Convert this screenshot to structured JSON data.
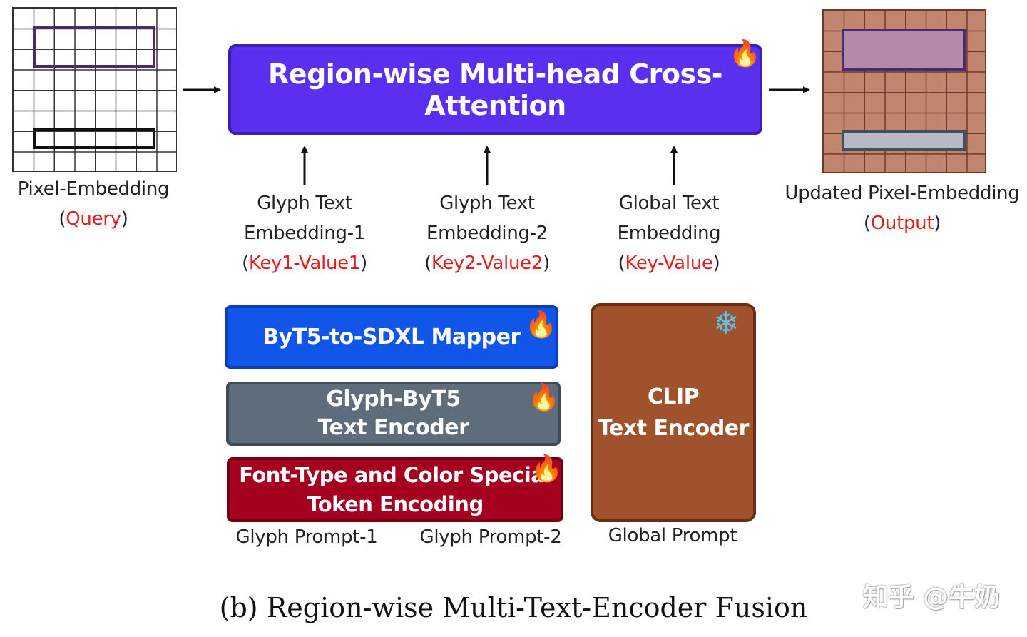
{
  "attention_block": {
    "label": "Region-wise Multi-head Cross-Attention",
    "color": "#5b2ff0"
  },
  "pixel_embedding": {
    "label": "Pixel-Embedding",
    "role_open": "(",
    "role": "Query",
    "role_close": ")"
  },
  "updated_pixel_embedding": {
    "label": "Updated Pixel-Embedding",
    "role_open": "(",
    "role": "Output",
    "role_close": ")"
  },
  "keys": [
    {
      "line1": "Glyph Text",
      "line2": "Embedding-1",
      "open": "(",
      "role": "Key1-Value1",
      "close": ")"
    },
    {
      "line1": "Glyph Text",
      "line2": "Embedding-2",
      "open": "(",
      "role": "Key2-Value2",
      "close": ")"
    },
    {
      "line1": "Global Text",
      "line2": "Embedding",
      "open": "(",
      "role": "Key-Value",
      "close": ")"
    }
  ],
  "encoders": {
    "mapper": {
      "label": "ByT5-to-SDXL Mapper",
      "color": "#1156e8",
      "trainable": true
    },
    "glyph_byt5": {
      "line1": "Glyph-ByT5",
      "line2": "Text Encoder",
      "color": "#5d6d7b",
      "trainable": true
    },
    "font_color": {
      "line1": "Font-Type and Color Special",
      "line2": "Token Encoding",
      "color": "#a5001f",
      "trainable": true
    },
    "clip": {
      "line1": "CLIP",
      "line2": "Text Encoder",
      "color": "#a0522d",
      "trainable": false
    }
  },
  "prompts": {
    "glyph_1": "Glyph Prompt-1",
    "glyph_2": "Glyph Prompt-2",
    "global": "Global Prompt"
  },
  "caption": "(b) Region-wise Multi-Text-Encoder Fusion",
  "watermark": "知乎 @牛奶",
  "icons": {
    "trainable": "fire-icon",
    "frozen": "snowflake-icon"
  }
}
